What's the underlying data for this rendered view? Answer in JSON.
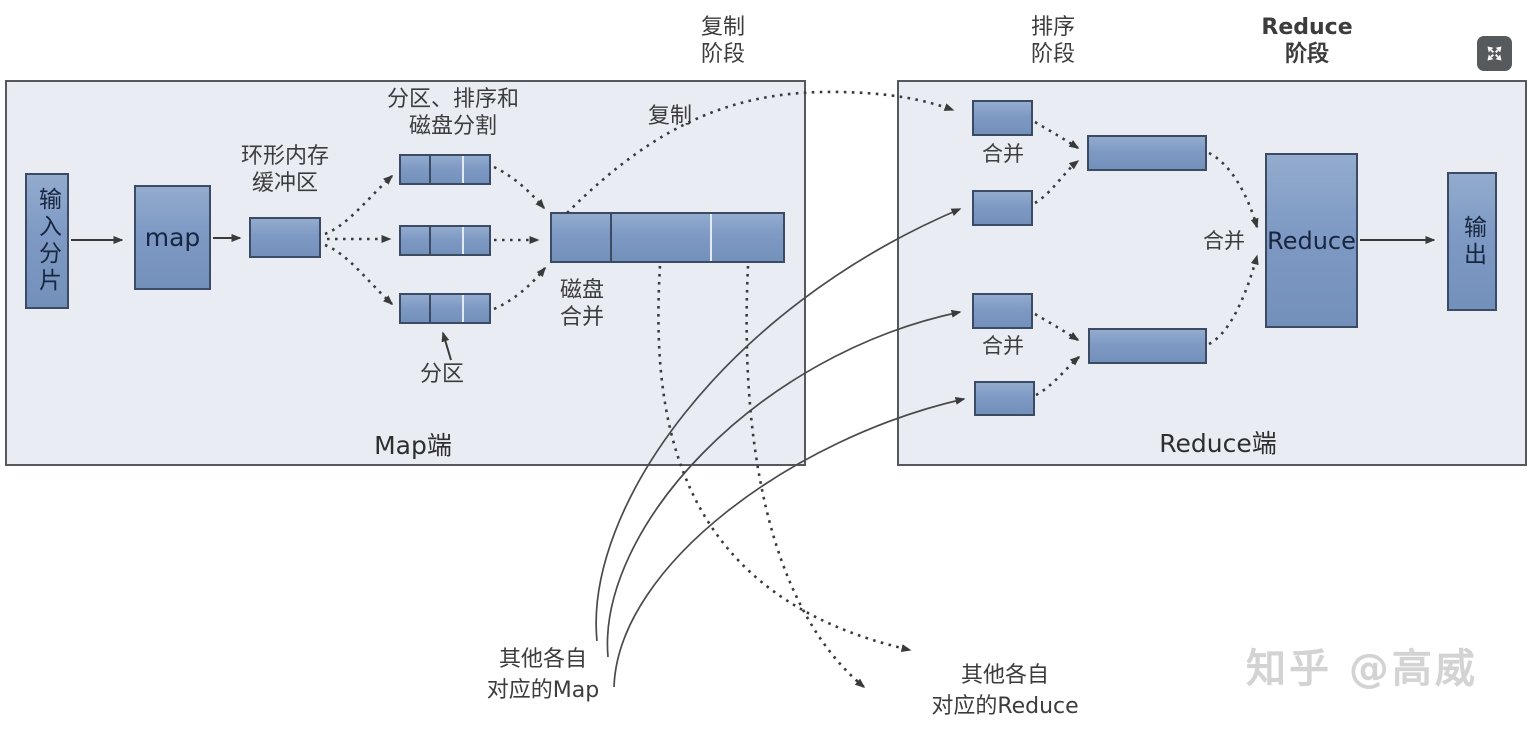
{
  "phases": {
    "copy": [
      "复制",
      "阶段"
    ],
    "sort": [
      "排序",
      "阶段"
    ],
    "reduce": [
      "Reduce",
      "阶段"
    ]
  },
  "map_panel": {
    "title": "Map端",
    "input_split_label": "输入分片",
    "map_label": "map",
    "buffer_label": [
      "环形内存",
      "缓冲区"
    ],
    "spill_label": [
      "分区、排序和",
      "磁盘分割"
    ],
    "partition_label": "分区",
    "disk_merge_label": [
      "磁盘",
      "合并"
    ],
    "copy_label": "复制"
  },
  "reduce_panel": {
    "title": "Reduce端",
    "merge_label_1": "合并",
    "merge_label_2": "合并",
    "merge_label_3": "合并",
    "reduce_label": "Reduce",
    "output_label": "输出"
  },
  "annotations": {
    "other_maps": [
      "其他各自",
      "对应的Map"
    ],
    "other_reduces": [
      "其他各自",
      "对应的Reduce"
    ]
  },
  "watermark": {
    "text": "知乎 @高威"
  },
  "icons": {
    "expand": "expand-icon"
  },
  "colors": {
    "box_fill_top": "#93abce",
    "box_fill_bottom": "#7390bb",
    "box_border": "#3a4b63",
    "panel_bg": "#e9edf3",
    "panel_border": "#55595e",
    "line": "#3a3a3a",
    "watermark": "#d3d3d3"
  }
}
